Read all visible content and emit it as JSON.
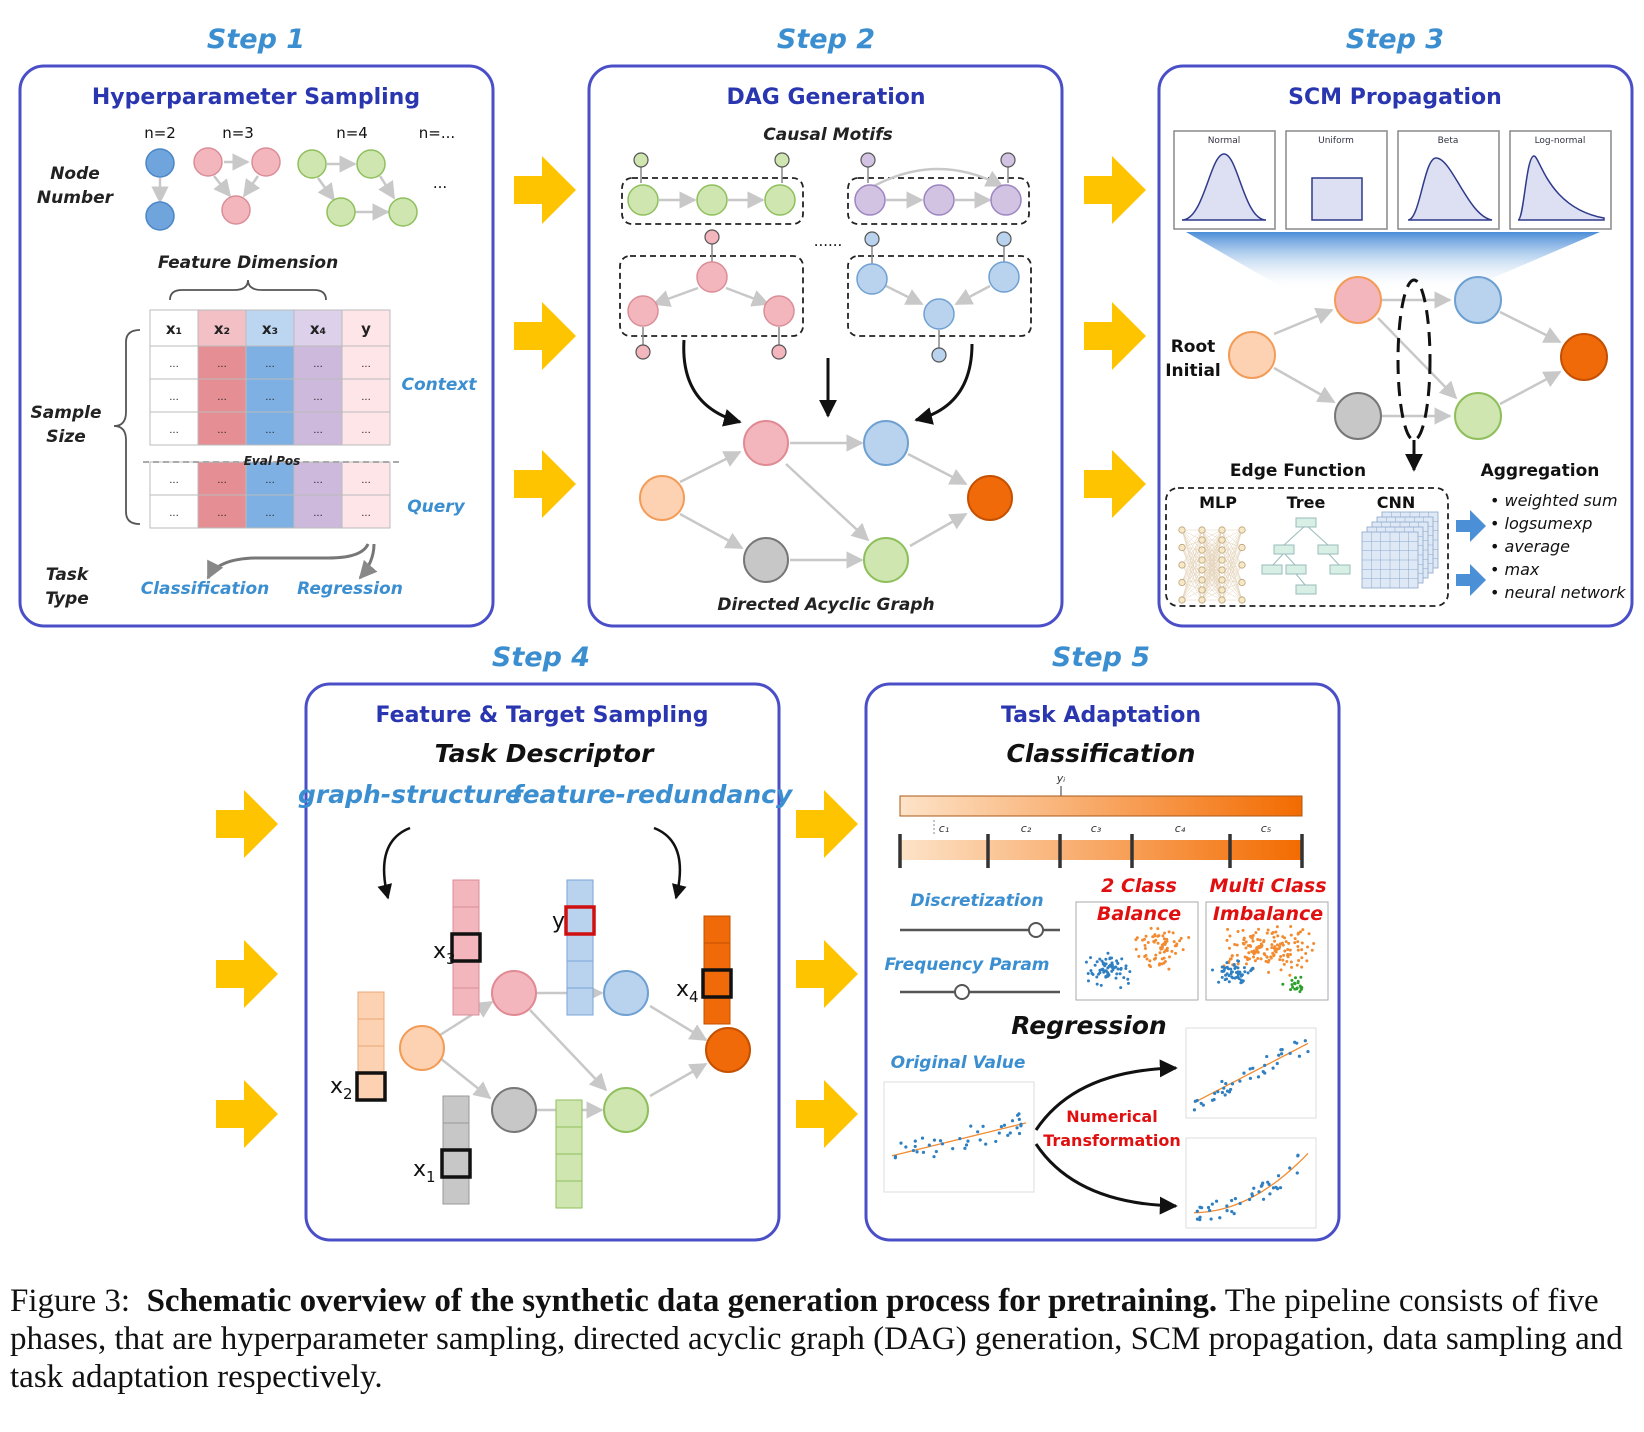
{
  "steps": [
    "Step 1",
    "Step 2",
    "Step 3",
    "Step 4",
    "Step 5"
  ],
  "panel_titles": [
    "Hyperparameter Sampling",
    "DAG Generation",
    "SCM Propagation",
    "Feature & Target Sampling",
    "Task Adaptation"
  ],
  "step1": {
    "node_number_label": [
      "Node",
      "Number"
    ],
    "n_labels": [
      "n=2",
      "n=3",
      "n=4",
      "n=..."
    ],
    "ellipsis": "...",
    "feature_dimension": "Feature Dimension",
    "table_headers": [
      "x₁",
      "x₂",
      "x₃",
      "x₄",
      "y"
    ],
    "cell": "...",
    "sample_size_label": [
      "Sample",
      "Size"
    ],
    "context": "Context",
    "query": "Query",
    "eval_pos": "Eval Pos",
    "task_type_label": [
      "Task",
      "Type"
    ],
    "classification": "Classification",
    "regression": "Regression"
  },
  "step2": {
    "causal_motifs": "Causal Motifs",
    "dots": "......",
    "dag_label": "Directed Acyclic Graph"
  },
  "step3": {
    "distributions": [
      "Normal",
      "Uniform",
      "Beta",
      "Log-normal"
    ],
    "root_label": [
      "Root",
      "Initial"
    ],
    "edge_function": "Edge Function",
    "edge_types": [
      "MLP",
      "Tree",
      "CNN"
    ],
    "aggregation": "Aggregation",
    "aggregation_items": [
      "weighted sum",
      "logsumexp",
      "average",
      "max",
      "neural network"
    ]
  },
  "step4": {
    "task_descriptor": "Task Descriptor",
    "descriptors": [
      "graph-structure",
      "feature-redundancy"
    ],
    "feature_labels": {
      "x1": "x",
      "x1_sub": "1",
      "x2": "x",
      "x2_sub": "2",
      "x3": "x",
      "x3_sub": "3",
      "x4": "x",
      "x4_sub": "4",
      "y": "y"
    }
  },
  "step5": {
    "classification": "Classification",
    "yi": "yᵢ",
    "class_ticks": [
      "c₁",
      "c₂",
      "c₃",
      "c₄",
      "c₅"
    ],
    "discretization": "Discretization",
    "frequency_param": "Frequency Param",
    "two_class": [
      "2 Class",
      "Balance"
    ],
    "multi_class": [
      "Multi Class",
      "Imbalance"
    ],
    "regression": "Regression",
    "original_value": "Original Value",
    "numerical_transformation": [
      "Numerical",
      "Transformation"
    ]
  },
  "caption": {
    "label": "Figure 3:",
    "bold": "Schematic overview of the synthetic data generation process for pretraining.",
    "rest": "The pipeline consists of five phases, that are hyperparameter sampling, directed acyclic graph (DAG) generation, SCM propagation, data sampling and task adaptation respectively."
  },
  "colors": {
    "panel_border": "#4a4fc8",
    "step_blue": "#3b8fd0",
    "arrow_yellow": "#ffc400",
    "node_pink": "#f4b6bd",
    "node_blue": "#b9d3ee",
    "node_green": "#cfe6b0",
    "node_purple": "#d2c3e3",
    "node_peach": "#fdd2b2",
    "node_gray": "#c7c7c7",
    "node_orange": "#f06a0a"
  }
}
